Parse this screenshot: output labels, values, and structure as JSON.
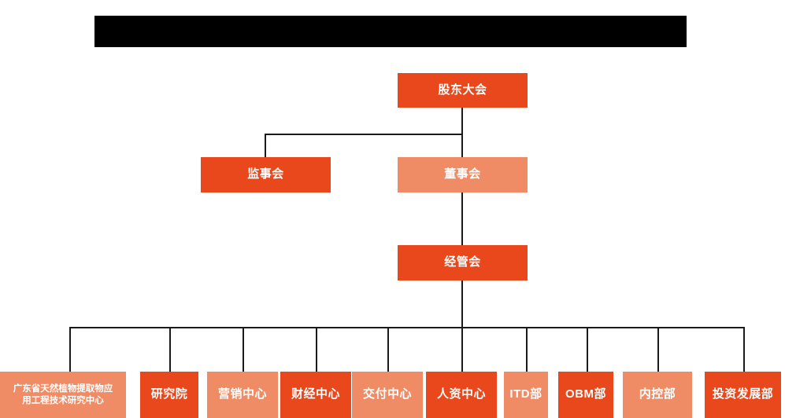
{
  "chart_data": {
    "type": "diagram",
    "title": "",
    "diagram_kind": "organization-chart",
    "orientation": "top-down",
    "background": "#ffffff",
    "colors": {
      "primary": "#E8481C",
      "secondary": "#EF8C65",
      "connector": "#1a1a1a",
      "redaction": "#000000",
      "node_text": "#ffffff"
    },
    "levels": [
      {
        "level": 1,
        "nodes": [
          "股东大会"
        ]
      },
      {
        "level": 2,
        "nodes": [
          "监事会",
          "董事会"
        ]
      },
      {
        "level": 3,
        "nodes": [
          "经管会"
        ]
      },
      {
        "level": 4,
        "nodes": [
          "广东省天然植物提取物应用工程技术研究中心",
          "研究院",
          "营销中心",
          "财经中心",
          "交付中心",
          "人资中心",
          "ITD部",
          "OBM部",
          "内控部",
          "投资发展部"
        ]
      }
    ],
    "edges": [
      {
        "from": "股东大会",
        "to": "监事会"
      },
      {
        "from": "股东大会",
        "to": "董事会"
      },
      {
        "from": "董事会",
        "to": "经管会"
      },
      {
        "from": "经管会",
        "to": "广东省天然植物提取物应用工程技术研究中心"
      },
      {
        "from": "经管会",
        "to": "研究院"
      },
      {
        "from": "经管会",
        "to": "营销中心"
      },
      {
        "from": "经管会",
        "to": "财经中心"
      },
      {
        "from": "经管会",
        "to": "交付中心"
      },
      {
        "from": "经管会",
        "to": "人资中心"
      },
      {
        "from": "经管会",
        "to": "ITD部"
      },
      {
        "from": "经管会",
        "to": "OBM部"
      },
      {
        "from": "经管会",
        "to": "内控部"
      },
      {
        "from": "经管会",
        "to": "投资发展部"
      }
    ]
  },
  "header": {
    "redaction_label": ""
  },
  "nodes": {
    "shareholders": {
      "label": "股东大会",
      "style": "primary"
    },
    "supervisors": {
      "label": "监事会",
      "style": "primary"
    },
    "directors": {
      "label": "董事会",
      "style": "secondary"
    },
    "management": {
      "label": "经管会",
      "style": "primary"
    }
  },
  "departments": [
    {
      "id": "research-center",
      "line1": "广东省天然植物提取物应",
      "line2": "用工程技术研究中心",
      "style": "secondary"
    },
    {
      "id": "institute",
      "label": "研究院",
      "style": "primary"
    },
    {
      "id": "marketing",
      "label": "营销中心",
      "style": "secondary"
    },
    {
      "id": "finance",
      "label": "财经中心",
      "style": "primary"
    },
    {
      "id": "delivery",
      "label": "交付中心",
      "style": "secondary"
    },
    {
      "id": "hr",
      "label": "人资中心",
      "style": "primary"
    },
    {
      "id": "itd",
      "label": "ITD部",
      "style": "secondary"
    },
    {
      "id": "obm",
      "label": "OBM部",
      "style": "primary"
    },
    {
      "id": "internal-control",
      "label": "内控部",
      "style": "secondary"
    },
    {
      "id": "investment",
      "label": "投资发展部",
      "style": "primary"
    }
  ]
}
